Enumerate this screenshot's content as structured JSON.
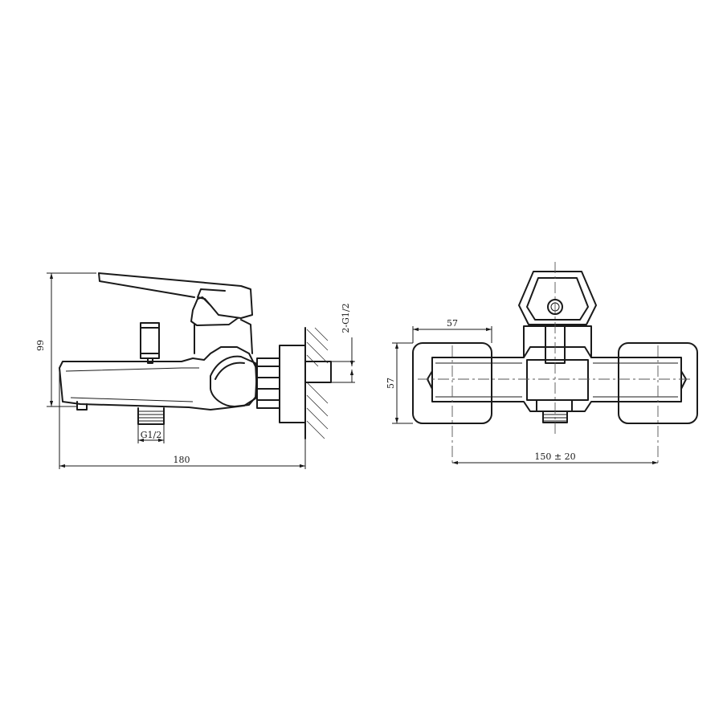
{
  "side_view": {
    "dim_overall_length": "180",
    "dim_height": "99",
    "dim_inlet_thread": "G1/2",
    "dim_wall_thread": "2-G1/2"
  },
  "front_view": {
    "dim_flange_offset": "57",
    "dim_flange_height": "57",
    "dim_center_distance": "150 ± 20"
  }
}
